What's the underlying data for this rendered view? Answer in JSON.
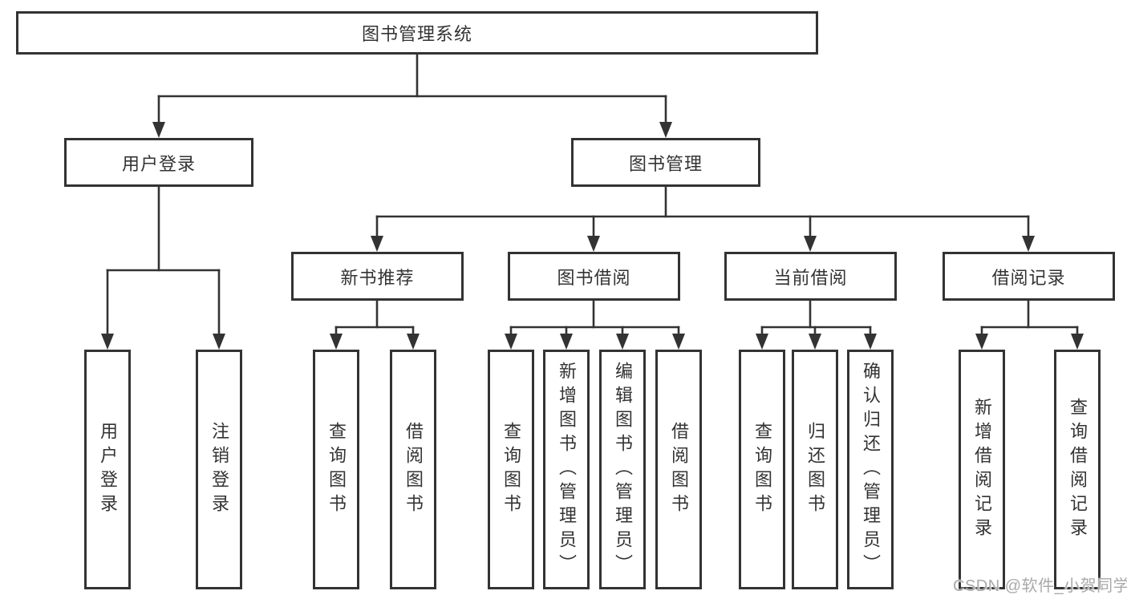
{
  "diagram_type": "hierarchy-tree",
  "colors": {
    "line": "#333333",
    "box_border": "#333333",
    "text": "#333333",
    "watermark": "#a9a9a9",
    "background": "#ffffff"
  },
  "watermark": "CSDN @软件_小贺同学",
  "tree": {
    "root": "图书管理系统",
    "branches": [
      {
        "label": "用户登录",
        "leaves": [
          "用户登录",
          "注销登录"
        ]
      },
      {
        "label": "图书管理",
        "groups": [
          {
            "label": "新书推荐",
            "leaves": [
              "查询图书",
              "借阅图书"
            ]
          },
          {
            "label": "图书借阅",
            "leaves": [
              "查询图书",
              "新增图书（管理员）",
              "编辑图书（管理员）",
              "借阅图书"
            ]
          },
          {
            "label": "当前借阅",
            "leaves": [
              "查询图书",
              "归还图书",
              "确认归还（管理员）"
            ]
          },
          {
            "label": "借阅记录",
            "leaves": [
              "新增借阅记录",
              "查询借阅记录"
            ]
          }
        ]
      }
    ]
  }
}
